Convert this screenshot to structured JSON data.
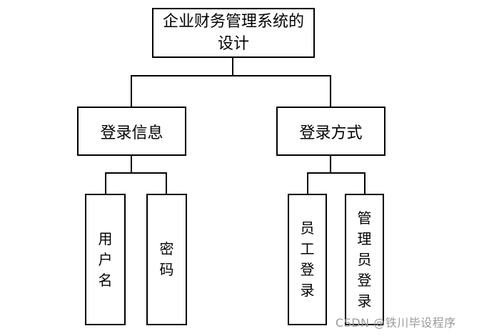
{
  "diagram": {
    "root": "企业财务管理系统的设计",
    "branches": [
      {
        "label": "登录信息",
        "children": [
          "用户名",
          "密码"
        ]
      },
      {
        "label": "登录方式",
        "children": [
          "员工登录",
          "管理员登录"
        ]
      }
    ]
  },
  "watermark": "CSDN @铁川毕设程序"
}
